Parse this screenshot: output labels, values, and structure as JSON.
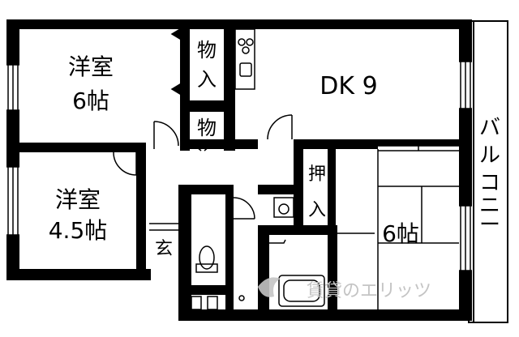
{
  "rooms": {
    "western_6": {
      "name": "洋室",
      "size": "6帖"
    },
    "western_45": {
      "name": "洋室",
      "size": "4.5帖"
    },
    "dk": {
      "name": "DK 9"
    },
    "tatami_6": {
      "name": "6帖"
    },
    "storage_top": {
      "chars": [
        "物",
        "入"
      ]
    },
    "storage_mid": {
      "chars": [
        "物"
      ]
    },
    "oshiire": {
      "chars": [
        "押",
        "入"
      ]
    },
    "entrance": {
      "name": "玄"
    },
    "balcony": {
      "chars": [
        "バ",
        "ル",
        "コ",
        "ニ",
        "ー"
      ]
    }
  },
  "watermark": {
    "text": "賃貸のエリッツ"
  },
  "colors": {
    "wall": "#000000",
    "background": "#ffffff",
    "watermark": "#c4c4c4"
  }
}
